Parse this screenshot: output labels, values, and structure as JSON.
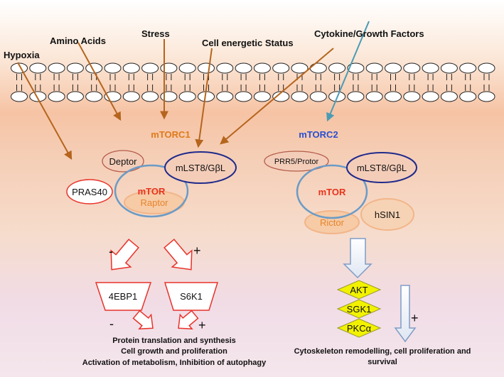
{
  "inputs": {
    "hypoxia": "Hypoxia",
    "amino_acids": "Amino Acids",
    "stress": "Stress",
    "energetic": "Cell energetic Status",
    "cytokine": "Cytokine/Growth Factors"
  },
  "mtorc1": {
    "title": "mTORC1",
    "mtor": "mTOR",
    "deptor": "Deptor",
    "mlst8": "mLST8/GβL",
    "pras40": "PRAS40",
    "raptor": "Raptor",
    "minus_sign": "-",
    "plus_sign": "+",
    "effector1": "4EBP1",
    "effector2": "S6K1",
    "effector1_sign": "-",
    "effector2_sign": "+",
    "outcome_line1": "Protein translation and synthesis",
    "outcome_line2": "Cell growth and proliferation",
    "outcome_line3": "Activation of metabolism, Inhibition of autophagy"
  },
  "mtorc2": {
    "title": "mTORC2",
    "mtor": "mTOR",
    "prr5": "PRR5/Protor",
    "mlst8": "mLST8/GβL",
    "hsin1": "hSIN1",
    "rictor": "Rictor",
    "akt": "AKT",
    "sgk1": "SGK1",
    "pkc": "PKCα",
    "plus_sign": "+",
    "outcome_line1": "Cytoskeleton remodelling, cell proliferation and",
    "outcome_line2": "survival"
  },
  "colors": {
    "arrow_brown": "#b5651d",
    "arrow_teal": "#4a9bb5",
    "mtorc1_title": "#e07a1a",
    "mtorc2_title": "#2a4fd0",
    "mtor_text": "#e8331c",
    "blue_ring": "#6a9bc6",
    "navy_ring": "#1f2a8c",
    "red_outline": "#e8332a",
    "raptor_text": "#e8842a",
    "diamond_fill": "#f2f200"
  }
}
